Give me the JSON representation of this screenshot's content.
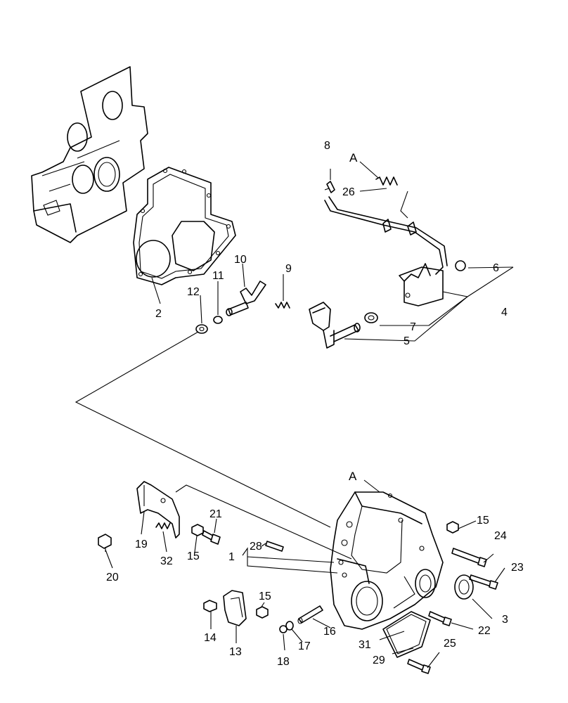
{
  "labels": {
    "l1": "1",
    "l2": "2",
    "l3": "3",
    "l4": "4",
    "l5": "5",
    "l6": "6",
    "l7": "7",
    "l8": "8",
    "l9": "9",
    "l10": "10",
    "l11": "11",
    "l12": "12",
    "l13": "13",
    "l14": "14",
    "l15a": "15",
    "l15b": "15",
    "l15c": "15",
    "l16": "16",
    "l17": "17",
    "l18": "18",
    "l19": "19",
    "l20": "20",
    "l21": "21",
    "l22": "22",
    "l23": "23",
    "l24": "24",
    "l25": "25",
    "l26": "26",
    "l28": "28",
    "l29": "29",
    "l31": "31",
    "l32": "32",
    "refA_top": "A",
    "refA_bottom": "A"
  }
}
